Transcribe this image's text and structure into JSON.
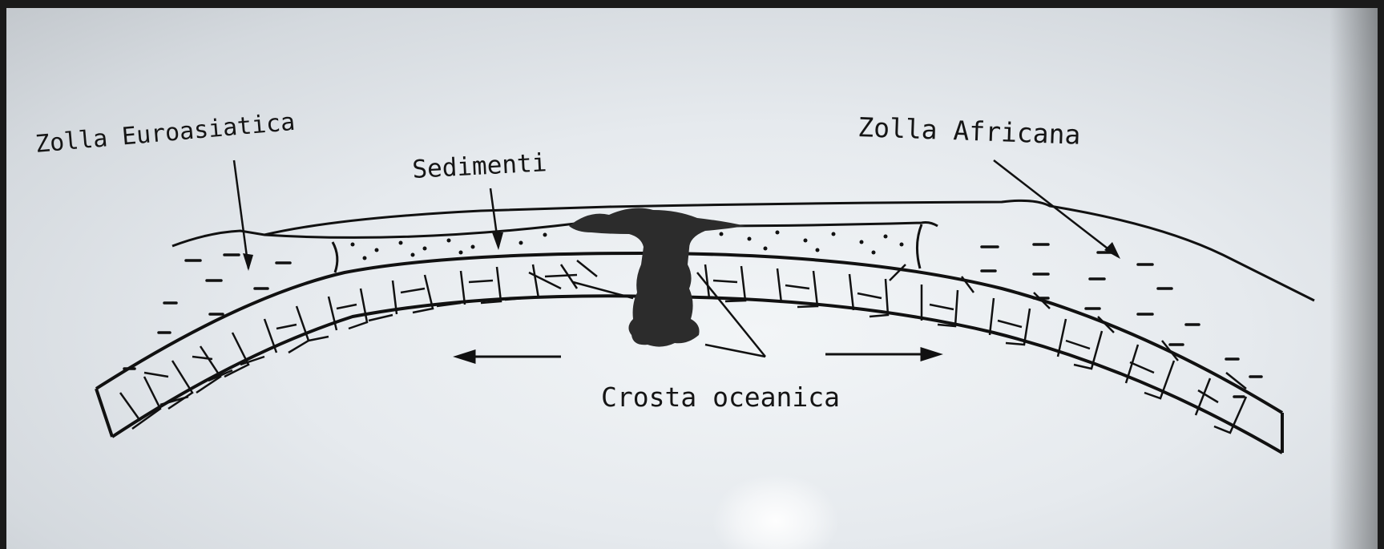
{
  "diagram": {
    "labels": {
      "eurasian_plate": "Zolla Euroasiatica",
      "sediments": "Sedimenti",
      "african_plate": "Zolla Africana",
      "oceanic_crust": "Crosta oceanica"
    }
  }
}
